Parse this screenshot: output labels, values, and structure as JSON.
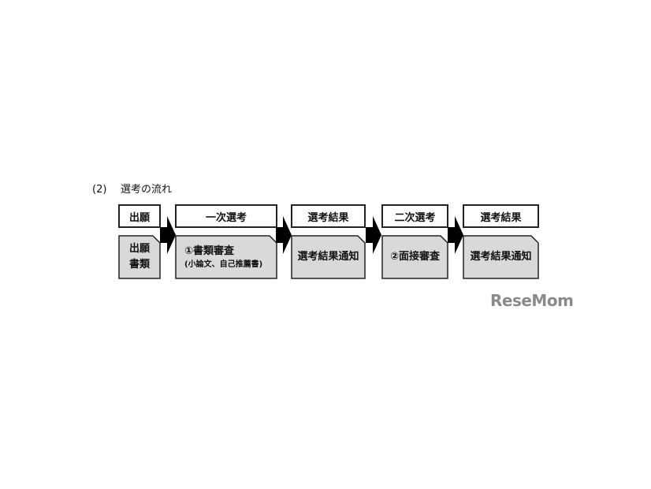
{
  "section": {
    "number": "(2)",
    "title": "選考の流れ"
  },
  "steps": [
    {
      "header": "出願",
      "detail_lines": [
        "出願",
        "書類"
      ]
    },
    {
      "header": "一次選考",
      "detail_lines": [
        "①書類審査"
      ],
      "detail_sub": "(小論文、自己推薦書)"
    },
    {
      "header": "選考結果",
      "detail_lines": [
        "選考結果通知"
      ]
    },
    {
      "header": "二次選考",
      "detail_lines": [
        "②面接審査"
      ]
    },
    {
      "header": "選考結果",
      "detail_lines": [
        "選考結果通知"
      ]
    }
  ],
  "watermark": "ReseMom",
  "colors": {
    "detail_fill": "#d9d9d9",
    "border": "#222222",
    "arrow": "#000000",
    "logo": "#8a8a8a"
  }
}
